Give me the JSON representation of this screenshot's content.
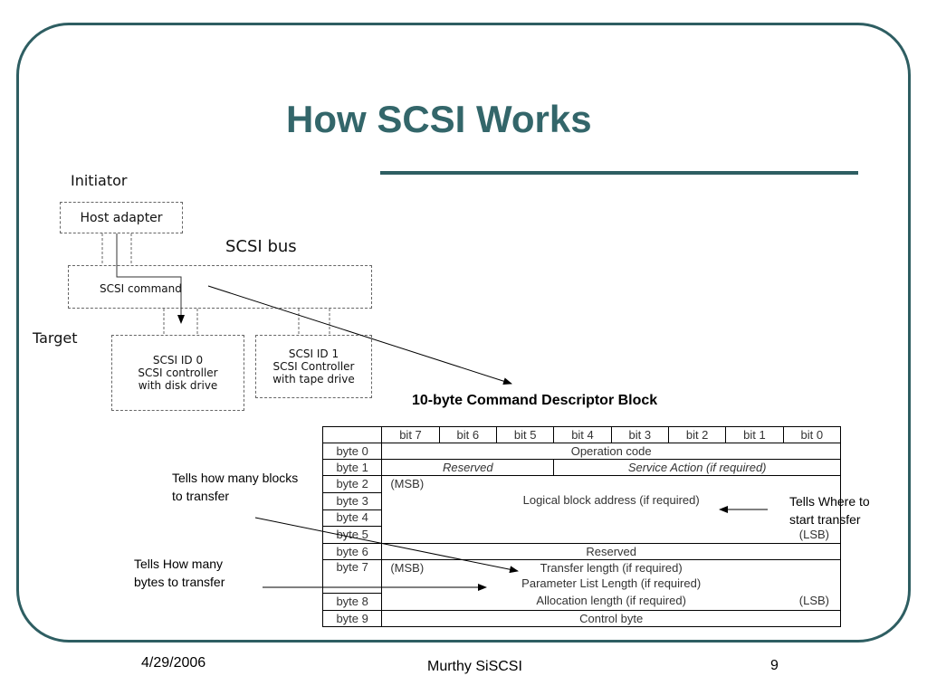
{
  "slide": {
    "title": "How SCSI Works",
    "footer_date": "4/29/2006",
    "footer_center": "Murthy SiSCSI",
    "footer_page": "9"
  },
  "diagram": {
    "initiator": "Initiator",
    "host_adapter": "Host adapter",
    "scsi_bus": "SCSI bus",
    "scsi_command": "SCSI command",
    "target": "Target",
    "target0": [
      "SCSI ID 0",
      "SCSI controller",
      "with disk drive"
    ],
    "target1": [
      "SCSI ID 1",
      "SCSI Controller",
      "with tape drive"
    ]
  },
  "cdb": {
    "title": "10-byte Command Descriptor Block",
    "bits": [
      "bit 7",
      "bit 6",
      "bit 5",
      "bit 4",
      "bit 3",
      "bit 2",
      "bit 1",
      "bit 0"
    ],
    "bytes": [
      "byte 0",
      "byte 1",
      "byte 2",
      "byte 3",
      "byte 4",
      "byte 5",
      "byte 6",
      "byte 7",
      "byte 8",
      "byte 9"
    ],
    "operation_code": "Operation code",
    "reserved_italic": "Reserved",
    "service_action": "Service Action (if required)",
    "msb": "(MSB)",
    "lba": "Logical block address (if required)",
    "lsb": "(LSB)",
    "reserved": "Reserved",
    "transfer_length": "Transfer length (if required)",
    "param_list_length": "Parameter List Length (if required)",
    "allocation_length": "Allocation length (if required)",
    "control_byte": "Control byte"
  },
  "notes": {
    "blocks": [
      "Tells how many blocks",
      "to transfer"
    ],
    "bytes": [
      "Tells How many",
      "bytes to transfer"
    ],
    "where": [
      "Tells Where to",
      "start transfer"
    ]
  }
}
